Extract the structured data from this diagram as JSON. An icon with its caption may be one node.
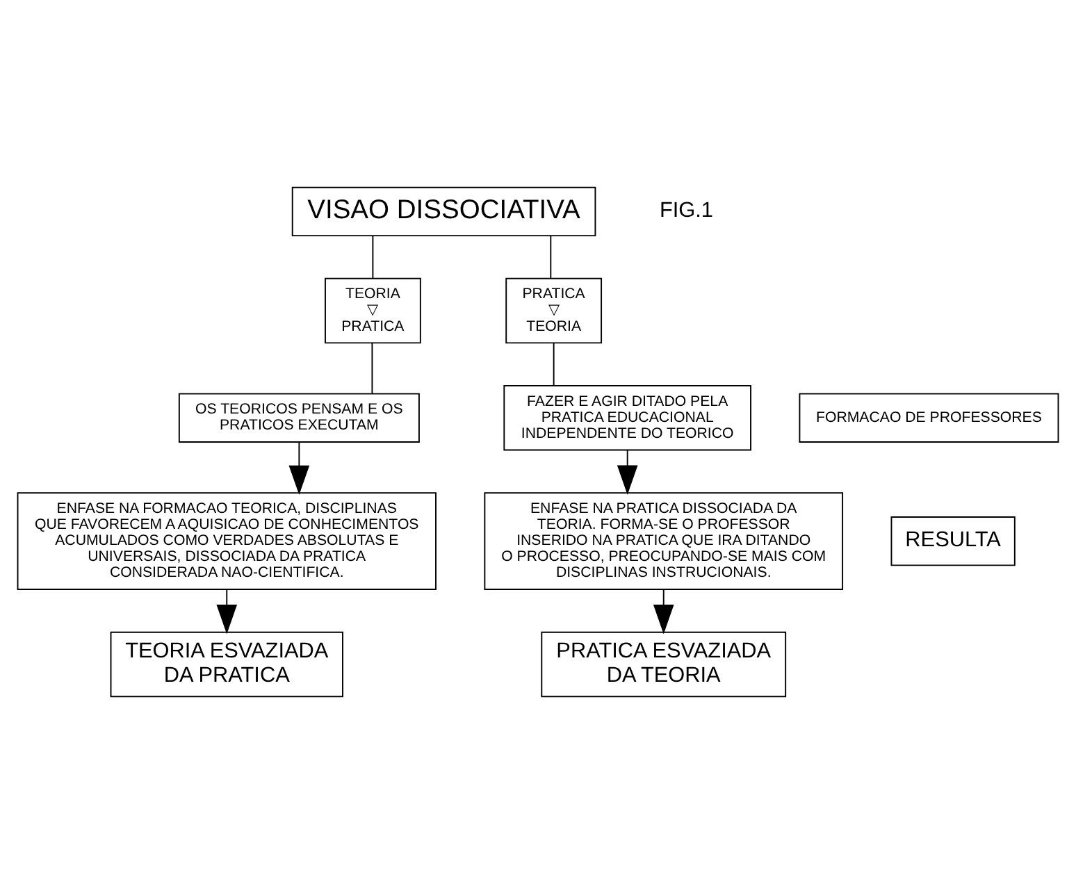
{
  "diagram": {
    "nodes": [
      {
        "text": [
          "VISAO DISSOCIATIVA"
        ]
      },
      {
        "text": [
          "TEORIA",
          "▽",
          "PRATICA"
        ]
      },
      {
        "text": [
          "OS TEORICOS PENSAM E OS PRATICOS EXECUTAM"
        ]
      },
      {
        "text": [
          "PRATICA",
          "▽",
          "TEORIA"
        ]
      },
      {
        "text": [
          "FAZER E AGIR DITADO PELA PRATICA EDUCACIONAL INDEPENDENTE DO TEORICO"
        ]
      },
      {
        "text": [
          "FORMACAO DE PROFESSORES"
        ]
      },
      {
        "text": [
          "ENFASE NA FORMACAO TEORICA, DISCIPLINAS QUE FAVORECEM A AQUISICAO DE CONHECIMENTOS ACUMULADOS COMO VERDADES ABSOLUTAS E UNIVERSAIS, DISSOCIADA DA PRATICA CONSIDERADA NAO-CIENTIFICA."
        ]
      },
      {
        "text": [
          "ENFASE NA PRATICA DISSOCIADA DA TEORIA. FORMA-SE O PROFESSOR INSERIDO NA PRATICA QUE IRA DITANDO O PROCESSO, PREOCUPANDO-SE MAIS COM DISCIPLINAS INSTRUCIONAIS."
        ]
      },
      {
        "text": [
          "RESULTA"
        ]
      },
      {
        "text": [
          "TEORIA ESVAZIADA DA PRATICA"
        ]
      },
      {
        "text": [
          "PRATICA ESVAZIADA DA TEORIA"
        ]
      }
    ],
    "edges": [
      {
        "from": 0,
        "to": 1,
        "arrow": "none"
      },
      {
        "from": 0,
        "to": 3,
        "arrow": "none"
      },
      {
        "from": 1,
        "to": 2,
        "arrow": "none"
      },
      {
        "from": 3,
        "to": 4,
        "arrow": "none"
      },
      {
        "from": 2,
        "to": 6,
        "arrow": "to"
      },
      {
        "from": 4,
        "to": 7,
        "arrow": "to"
      },
      {
        "from": 6,
        "to": 9,
        "arrow": "to"
      },
      {
        "from": 7,
        "to": 10,
        "arrow": "to"
      }
    ],
    "labels": [
      "FIG.1"
    ]
  }
}
